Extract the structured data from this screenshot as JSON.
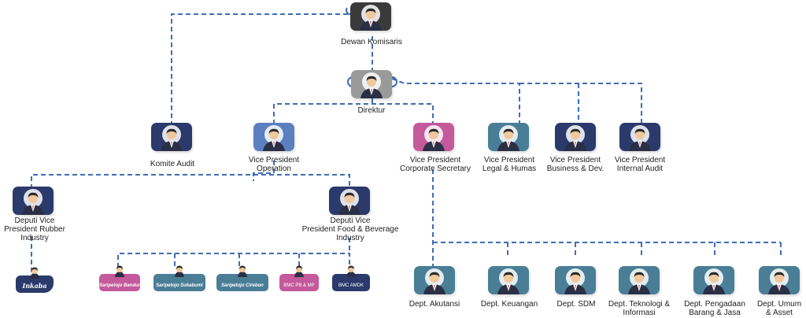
{
  "colors": {
    "line": "#3f6db4",
    "navy": "#2b3a6b",
    "teal": "#4a7e96",
    "steel": "#3d5f86",
    "blue": "#5b7fbf",
    "pink": "#c4599b",
    "dark": "#3a3a3a",
    "grey": "#9a9a9a",
    "skin": "#f0c89a",
    "hair": "#2b2b2b",
    "suit": "#2a2f45"
  },
  "nodes": {
    "dewan_komisaris": "Dewan Komisaris",
    "direktur": "Direktur",
    "komite_audit": "Komite Audit",
    "vp_operation": "Vice President\nOperation",
    "vp_corsec": "Vice President\nCorporate Secretary",
    "vp_legal": "Vice President\nLegal & Humas",
    "vp_business": "Vice President\nBusiness & Dev.",
    "vp_internal_audit": "Vice President\nInternal Audit",
    "dvp_rubber": "Deputi Vice\nPresident Rubber\nIndustry",
    "dvp_food": "Deputi Vice\nPresident Food & Beverage\nIndustry",
    "dept_akutansi": "Dept. Akutansi",
    "dept_keuangan": "Dept. Keuangan",
    "dept_sdm": "Dept. SDM",
    "dept_ti": "Dept. Teknologi &\nInformasi",
    "dept_pengadaan": "Dept. Pengadaan\nBarang & Jasa",
    "dept_umum": "Dept. Umum\n& Asset"
  },
  "units": {
    "inkaba": "Inkaba",
    "bandung": "Saripetojo Bandung",
    "sukabumi": "Saripetojo Sukabumi",
    "cirebon": "Saripetojo Cirebon",
    "bmc_pb_mp": "BMC PB & MP",
    "bmc_amdk": "BMC AMDK"
  }
}
